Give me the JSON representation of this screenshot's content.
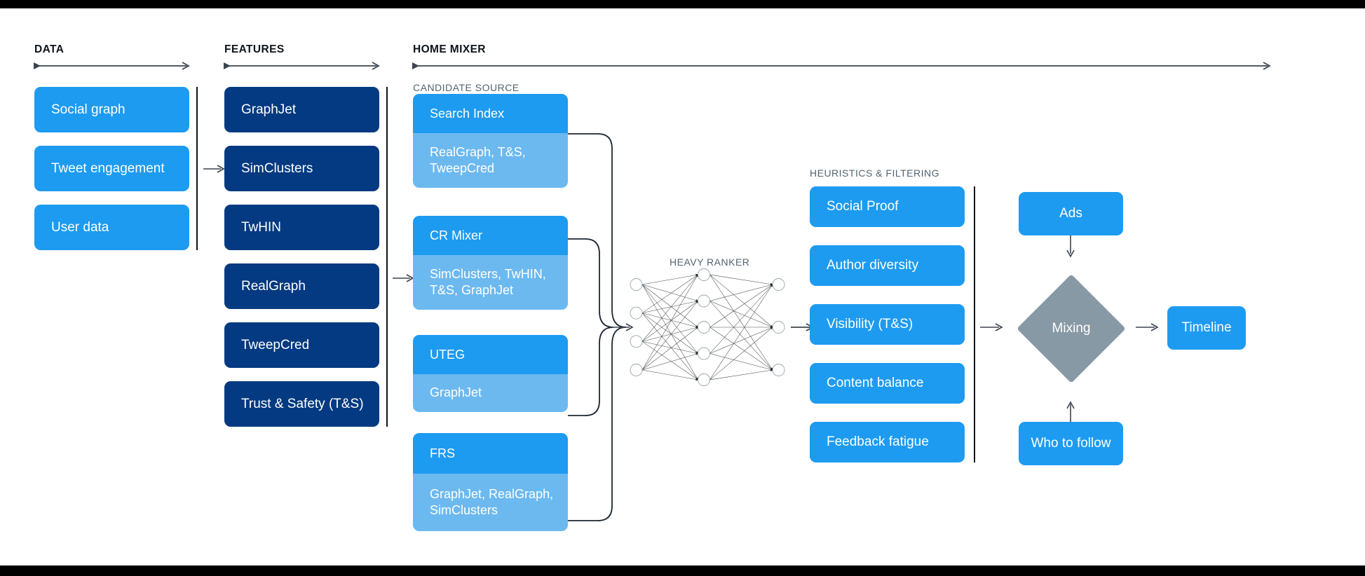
{
  "diagram": {
    "title_bar_color": "#000000",
    "background": "#ffffff",
    "palette": {
      "blue": "#1d9bf0",
      "navy": "#033a81",
      "light_blue": "#6cb9f0",
      "gray_diamond": "#8899a6",
      "text_dark": "#0f1419",
      "text_muted": "#536471",
      "line": "#3b4450"
    }
  },
  "sections": {
    "data": {
      "label": "DATA"
    },
    "features": {
      "label": "FEATURES"
    },
    "home_mixer": {
      "label": "HOME MIXER"
    },
    "candidate_source": {
      "label": "CANDIDATE SOURCE"
    },
    "heavy_ranker": {
      "label": "HEAVY RANKER"
    },
    "heuristics": {
      "label": "HEURISTICS & FILTERING"
    }
  },
  "data_boxes": [
    {
      "label": "Social graph"
    },
    {
      "label": "Tweet engagement"
    },
    {
      "label": "User data"
    }
  ],
  "feature_boxes": [
    {
      "label": "GraphJet"
    },
    {
      "label": "SimClusters"
    },
    {
      "label": "TwHIN"
    },
    {
      "label": "RealGraph"
    },
    {
      "label": "TweepCred"
    },
    {
      "label": "Trust & Safety (T&S)"
    }
  ],
  "candidate_sources": [
    {
      "title": "Search Index",
      "features": "RealGraph, T&S,\nTweepCred"
    },
    {
      "title": "CR Mixer",
      "features": "SimClusters, TwHIN,\nT&S, GraphJet"
    },
    {
      "title": "UTEG",
      "features": "GraphJet"
    },
    {
      "title": "FRS",
      "features": "GraphJet, RealGraph,\nSimClusters"
    }
  ],
  "heuristics_boxes": [
    {
      "label": "Social Proof"
    },
    {
      "label": "Author diversity"
    },
    {
      "label": "Visibility (T&S)"
    },
    {
      "label": "Content balance"
    },
    {
      "label": "Feedback fatigue"
    }
  ],
  "mixing": {
    "ads_label": "Ads",
    "diamond_label": "Mixing",
    "who_to_follow_label": "Who to follow",
    "timeline_label": "Timeline"
  },
  "neural_net": {
    "layers": [
      4,
      5,
      3
    ],
    "node_radius": 8.5
  }
}
